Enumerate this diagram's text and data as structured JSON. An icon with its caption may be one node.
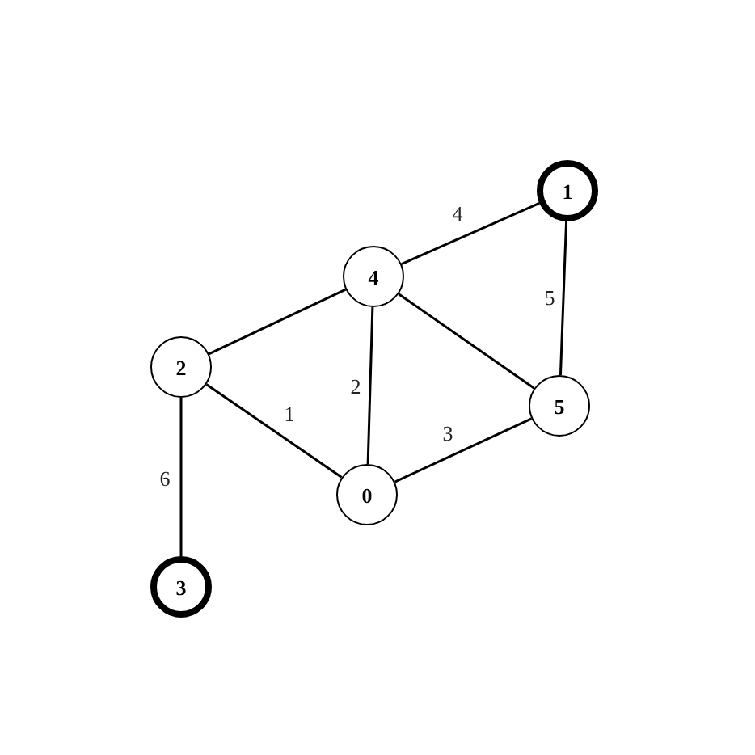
{
  "diagram": {
    "nodes": [
      {
        "text": [
          "1"
        ]
      },
      {
        "text": [
          "4"
        ]
      },
      {
        "text": [
          "2"
        ]
      },
      {
        "text": [
          "5"
        ]
      },
      {
        "text": [
          "0"
        ]
      },
      {
        "text": [
          "3"
        ]
      }
    ],
    "edges": [
      {
        "from": 1,
        "to": 0,
        "arrow": "none",
        "label": "4"
      },
      {
        "from": 0,
        "to": 3,
        "arrow": "none",
        "label": "5"
      },
      {
        "from": 1,
        "to": 2,
        "arrow": "none"
      },
      {
        "from": 1,
        "to": 4,
        "arrow": "none",
        "label": "2"
      },
      {
        "from": 1,
        "to": 3,
        "arrow": "none"
      },
      {
        "from": 2,
        "to": 4,
        "arrow": "none",
        "label": "1"
      },
      {
        "from": 4,
        "to": 3,
        "arrow": "none",
        "label": "3"
      },
      {
        "from": 2,
        "to": 5,
        "arrow": "none",
        "label": "6"
      }
    ]
  }
}
